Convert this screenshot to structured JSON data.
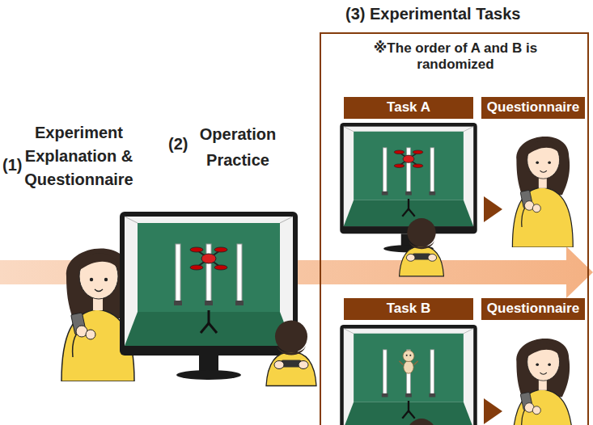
{
  "diagram": {
    "nodes": [
      {
        "text": [
          "(3) Experimental Tasks",
          "※The order of A and B is randomized"
        ]
      },
      {
        "text": [
          "Task A"
        ],
        "in": 0
      },
      {
        "text": [
          "Questionnaire"
        ],
        "in": 0
      },
      {
        "text": [
          "Task B"
        ],
        "in": 0
      },
      {
        "text": [
          "Questionnaire"
        ],
        "in": 0
      }
    ],
    "labels": [
      "(1)",
      "Experiment Explanation & Questionnaire",
      "(2)",
      "Operation Practice"
    ]
  }
}
